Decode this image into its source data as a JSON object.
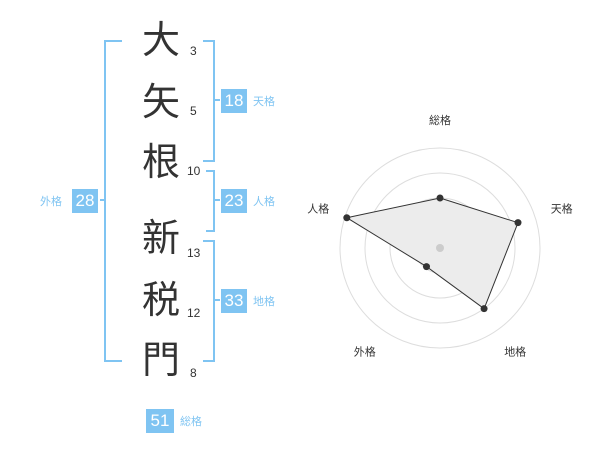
{
  "name": {
    "chars": [
      {
        "char": "大",
        "strokes": "3"
      },
      {
        "char": "矢",
        "strokes": "5"
      },
      {
        "char": "根",
        "strokes": "10"
      },
      {
        "char": "新",
        "strokes": "13"
      },
      {
        "char": "税",
        "strokes": "12"
      },
      {
        "char": "門",
        "strokes": "8"
      }
    ]
  },
  "kakusu": {
    "tenkaku": {
      "label": "天格",
      "value": "18"
    },
    "jinkaku": {
      "label": "人格",
      "value": "23"
    },
    "chikaku": {
      "label": "地格",
      "value": "33"
    },
    "gaikaku": {
      "label": "外格",
      "value": "28"
    },
    "soukaku": {
      "label": "総格",
      "value": "51"
    }
  },
  "chart_data": {
    "type": "radar",
    "axes": [
      "総格",
      "天格",
      "地格",
      "外格",
      "人格"
    ],
    "values": [
      0.5,
      0.82,
      0.75,
      0.23,
      0.98
    ],
    "grid": true,
    "rings": 4,
    "fill_color": "#ececec",
    "line_color": "#333333",
    "accent": "#7fc4f2"
  }
}
